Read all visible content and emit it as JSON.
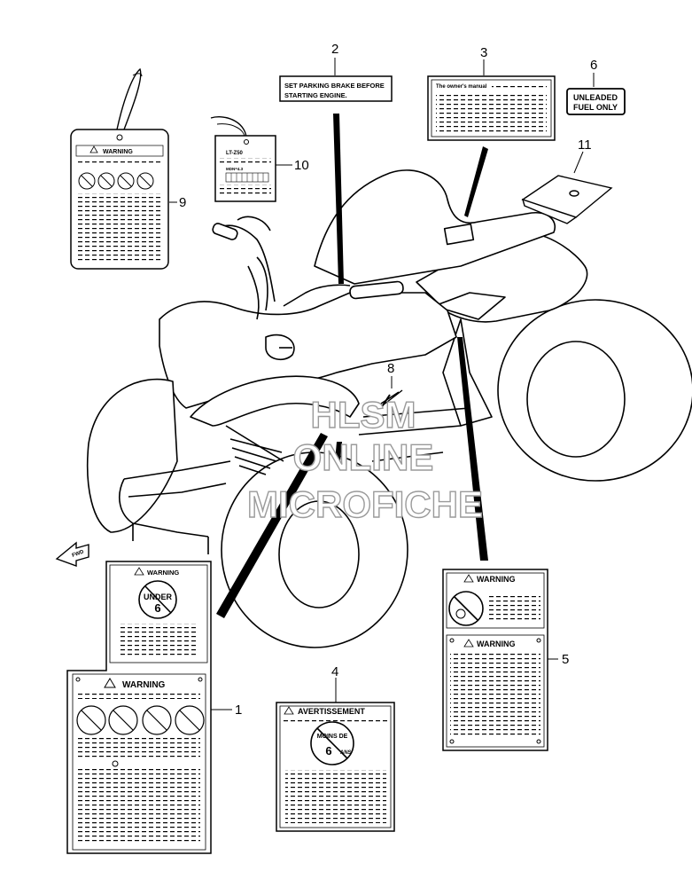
{
  "callouts": {
    "c1": "1",
    "c2": "2",
    "c3": "3",
    "c4": "4",
    "c5": "5",
    "c6": "6",
    "c8": "8",
    "c9": "9",
    "c10": "10",
    "c11": "11"
  },
  "labels": {
    "parking_line1": "SET PARKING BRAKE BEFORE",
    "parking_line2": "STARTING ENGINE.",
    "owners_manual": "The owner's manual",
    "unleaded_line1": "UNLEADED",
    "unleaded_line2": "FUEL ONLY",
    "warning": "WARNING",
    "avertissement": "AVERTISSEMENT",
    "under": "UNDER",
    "under_age": "6",
    "moins_de": "MOINS DE",
    "ans_num": "6",
    "ans": "ANS",
    "model_tag": "LT-Z50",
    "tag_row": "MDN=4.3",
    "fwd": "FWD"
  },
  "watermark": {
    "line1": "HLSM",
    "line2": "ONLINE",
    "line3": "MICROFICHE"
  },
  "colors": {
    "ink": "#000000",
    "watermark": "#9a9a9a"
  }
}
